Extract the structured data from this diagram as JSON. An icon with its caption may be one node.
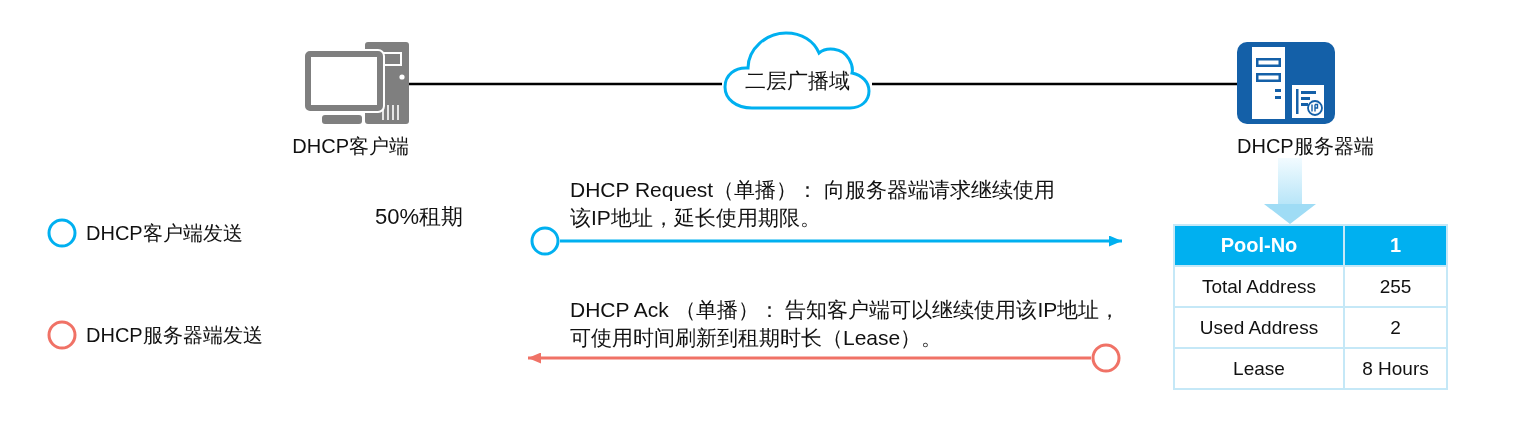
{
  "diagram": {
    "nodes": [
      {
        "text": [
          "DHCP客户端"
        ]
      },
      {
        "text": [
          "二层广播域"
        ]
      },
      {
        "text": [
          "DHCP服务器端"
        ]
      },
      {
        "text": [
          "Pool-No",
          "1",
          "Total Address",
          "255",
          "Used Address",
          "2",
          "Lease",
          "8 Hours"
        ]
      },
      {
        "text": [],
        "shape": "circle"
      },
      {
        "text": [],
        "shape": "circle"
      }
    ],
    "edges": [
      {
        "from": 0,
        "to": 1,
        "arrow": "none"
      },
      {
        "from": 1,
        "to": 2,
        "arrow": "none"
      },
      {
        "from": 2,
        "to": 3,
        "arrow": "to",
        "style": "thick",
        "color": "#9fdcf5"
      },
      {
        "from": 4,
        "to": null,
        "arrow": "to",
        "label": "DHCP Request（单播）： 向服务器端请求继续使用该IP地址，延长使用期限。",
        "color": "#00b0f0"
      },
      {
        "from": 5,
        "to": null,
        "arrow": "to",
        "label": "DHCP Ack （单播）： 告知客户端可以继续使用该IP地址，可使用时间刷新到租期时长（Lease）。",
        "color": "#f07266"
      }
    ],
    "labels": [
      "50%租期"
    ],
    "legend": [
      {
        "text": "DHCP客户端发送",
        "color": "#00b0f0"
      },
      {
        "text": "DHCP服务器端发送",
        "color": "#f07266"
      }
    ]
  }
}
